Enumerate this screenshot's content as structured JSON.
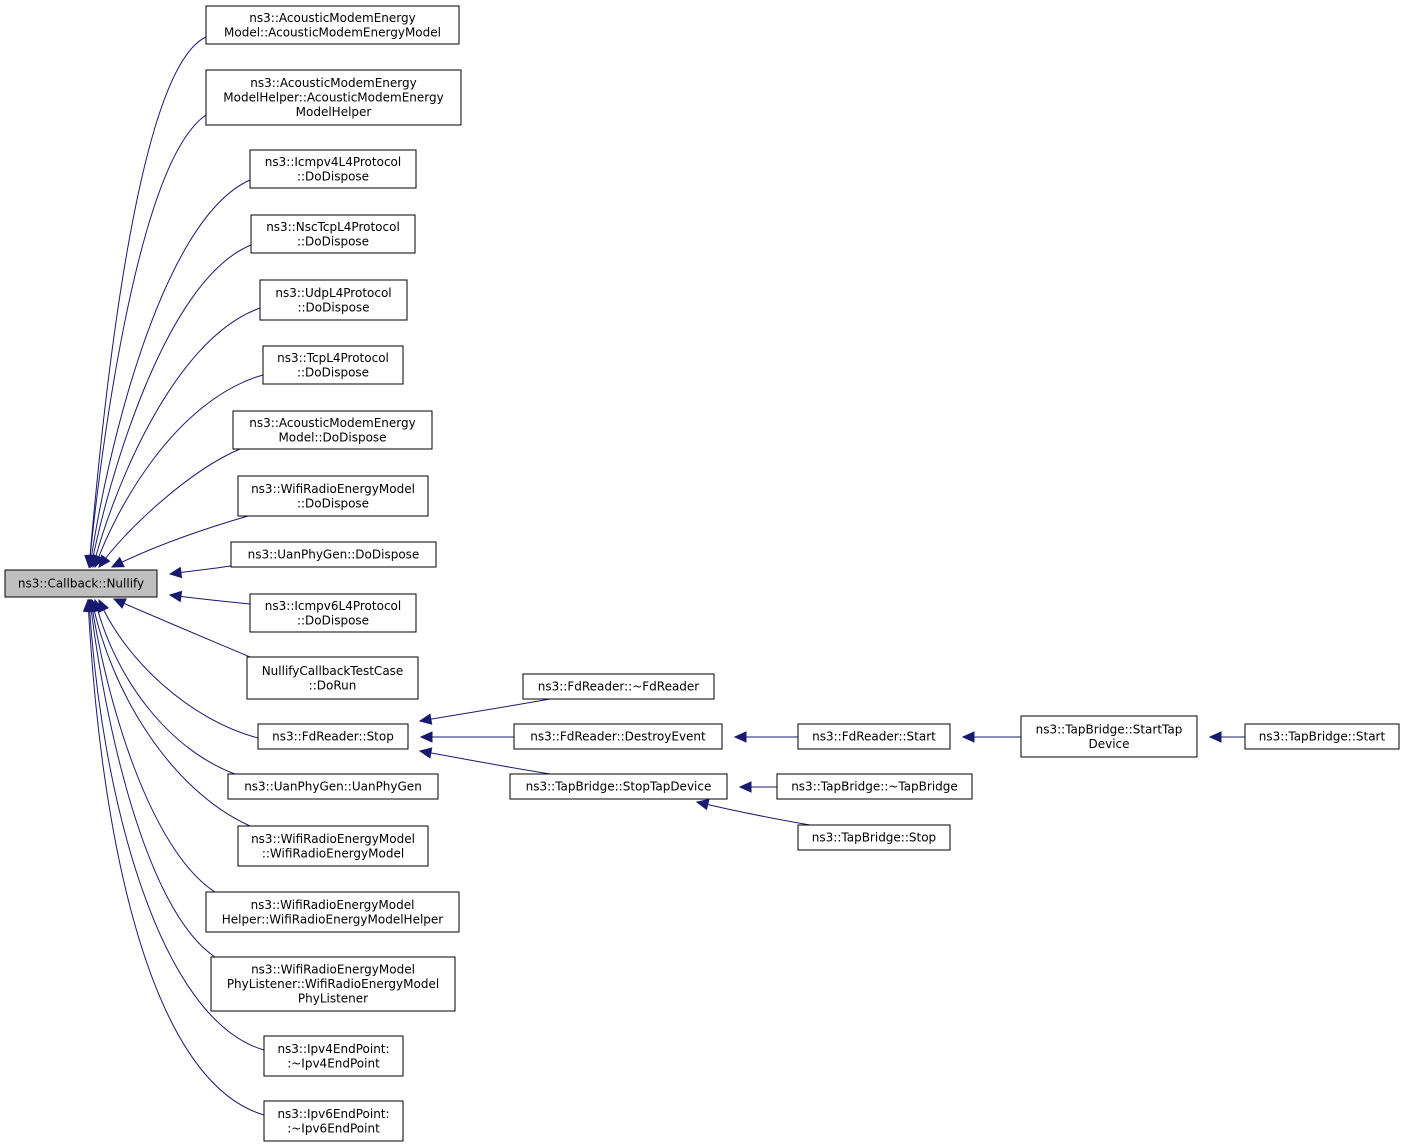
{
  "colors": {
    "edge": "#191970",
    "root_fill": "#bfbfbf",
    "node_fill": "#ffffff",
    "node_border": "#000000"
  },
  "graph": {
    "root": {
      "id": "root",
      "lines": [
        "ns3::Callback::Nullify"
      ]
    },
    "nodes": [
      {
        "id": "n1",
        "lines": [
          "ns3::AcousticModemEnergy",
          "Model::AcousticModemEnergyModel"
        ]
      },
      {
        "id": "n2",
        "lines": [
          "ns3::AcousticModemEnergy",
          "ModelHelper::AcousticModemEnergy",
          "ModelHelper"
        ]
      },
      {
        "id": "n3",
        "lines": [
          "ns3::Icmpv4L4Protocol",
          "::DoDispose"
        ]
      },
      {
        "id": "n4",
        "lines": [
          "ns3::NscTcpL4Protocol",
          "::DoDispose"
        ]
      },
      {
        "id": "n5",
        "lines": [
          "ns3::UdpL4Protocol",
          "::DoDispose"
        ]
      },
      {
        "id": "n6",
        "lines": [
          "ns3::TcpL4Protocol",
          "::DoDispose"
        ]
      },
      {
        "id": "n7",
        "lines": [
          "ns3::AcousticModemEnergy",
          "Model::DoDispose"
        ]
      },
      {
        "id": "n8",
        "lines": [
          "ns3::WifiRadioEnergyModel",
          "::DoDispose"
        ]
      },
      {
        "id": "n9",
        "lines": [
          "ns3::UanPhyGen::DoDispose"
        ]
      },
      {
        "id": "n10",
        "lines": [
          "ns3::Icmpv6L4Protocol",
          "::DoDispose"
        ]
      },
      {
        "id": "n11",
        "lines": [
          "NullifyCallbackTestCase",
          "::DoRun"
        ]
      },
      {
        "id": "n12",
        "lines": [
          "ns3::FdReader::Stop"
        ]
      },
      {
        "id": "n13",
        "lines": [
          "ns3::UanPhyGen::UanPhyGen"
        ]
      },
      {
        "id": "n14",
        "lines": [
          "ns3::WifiRadioEnergyModel",
          "::WifiRadioEnergyModel"
        ]
      },
      {
        "id": "n15",
        "lines": [
          "ns3::WifiRadioEnergyModel",
          "Helper::WifiRadioEnergyModelHelper"
        ]
      },
      {
        "id": "n16",
        "lines": [
          "ns3::WifiRadioEnergyModel",
          "PhyListener::WifiRadioEnergyModel",
          "PhyListener"
        ]
      },
      {
        "id": "n17",
        "lines": [
          "ns3::Ipv4EndPoint:",
          ":~Ipv4EndPoint"
        ]
      },
      {
        "id": "n18",
        "lines": [
          "ns3::Ipv6EndPoint:",
          ":~Ipv6EndPoint"
        ]
      },
      {
        "id": "f1",
        "lines": [
          "ns3::FdReader::~FdReader"
        ]
      },
      {
        "id": "f2",
        "lines": [
          "ns3::FdReader::DestroyEvent"
        ]
      },
      {
        "id": "f3",
        "lines": [
          "ns3::TapBridge::StopTapDevice"
        ]
      },
      {
        "id": "g1",
        "lines": [
          "ns3::FdReader::Start"
        ]
      },
      {
        "id": "g2",
        "lines": [
          "ns3::TapBridge::~TapBridge"
        ]
      },
      {
        "id": "g3",
        "lines": [
          "ns3::TapBridge::Stop"
        ]
      },
      {
        "id": "h1",
        "lines": [
          "ns3::TapBridge::StartTap",
          "Device"
        ]
      },
      {
        "id": "i1",
        "lines": [
          "ns3::TapBridge::Start"
        ]
      }
    ],
    "edges": [
      {
        "from": "n1",
        "to": "root"
      },
      {
        "from": "n2",
        "to": "root"
      },
      {
        "from": "n3",
        "to": "root"
      },
      {
        "from": "n4",
        "to": "root"
      },
      {
        "from": "n5",
        "to": "root"
      },
      {
        "from": "n6",
        "to": "root"
      },
      {
        "from": "n7",
        "to": "root"
      },
      {
        "from": "n8",
        "to": "root"
      },
      {
        "from": "n9",
        "to": "root"
      },
      {
        "from": "n10",
        "to": "root"
      },
      {
        "from": "n11",
        "to": "root"
      },
      {
        "from": "n12",
        "to": "root"
      },
      {
        "from": "n13",
        "to": "root"
      },
      {
        "from": "n14",
        "to": "root"
      },
      {
        "from": "n15",
        "to": "root"
      },
      {
        "from": "n16",
        "to": "root"
      },
      {
        "from": "n17",
        "to": "root"
      },
      {
        "from": "n18",
        "to": "root"
      },
      {
        "from": "f1",
        "to": "n12"
      },
      {
        "from": "f2",
        "to": "n12"
      },
      {
        "from": "f3",
        "to": "n12"
      },
      {
        "from": "g1",
        "to": "f2"
      },
      {
        "from": "g2",
        "to": "f3"
      },
      {
        "from": "g3",
        "to": "f3"
      },
      {
        "from": "h1",
        "to": "g1"
      },
      {
        "from": "i1",
        "to": "h1"
      }
    ]
  }
}
